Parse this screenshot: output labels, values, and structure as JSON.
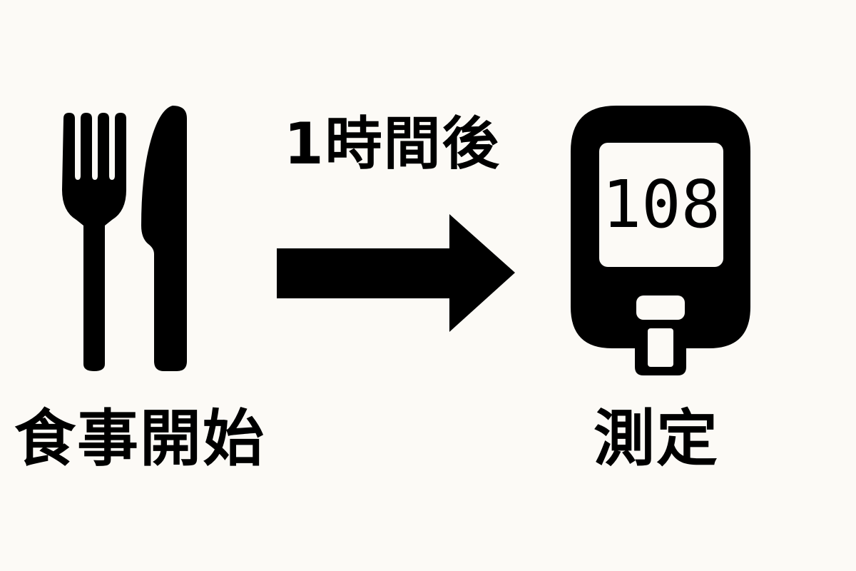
{
  "labels": {
    "meal_start": "食事開始",
    "interval": "1時間後",
    "measure": "測定"
  },
  "meter": {
    "reading": "108"
  },
  "icons": {
    "meal": [
      "fork-icon",
      "knife-icon"
    ],
    "flow": "arrow-right-icon",
    "device": "glucose-meter-icon"
  },
  "colors": {
    "background": "#fcfaf6",
    "foreground": "#000000"
  }
}
